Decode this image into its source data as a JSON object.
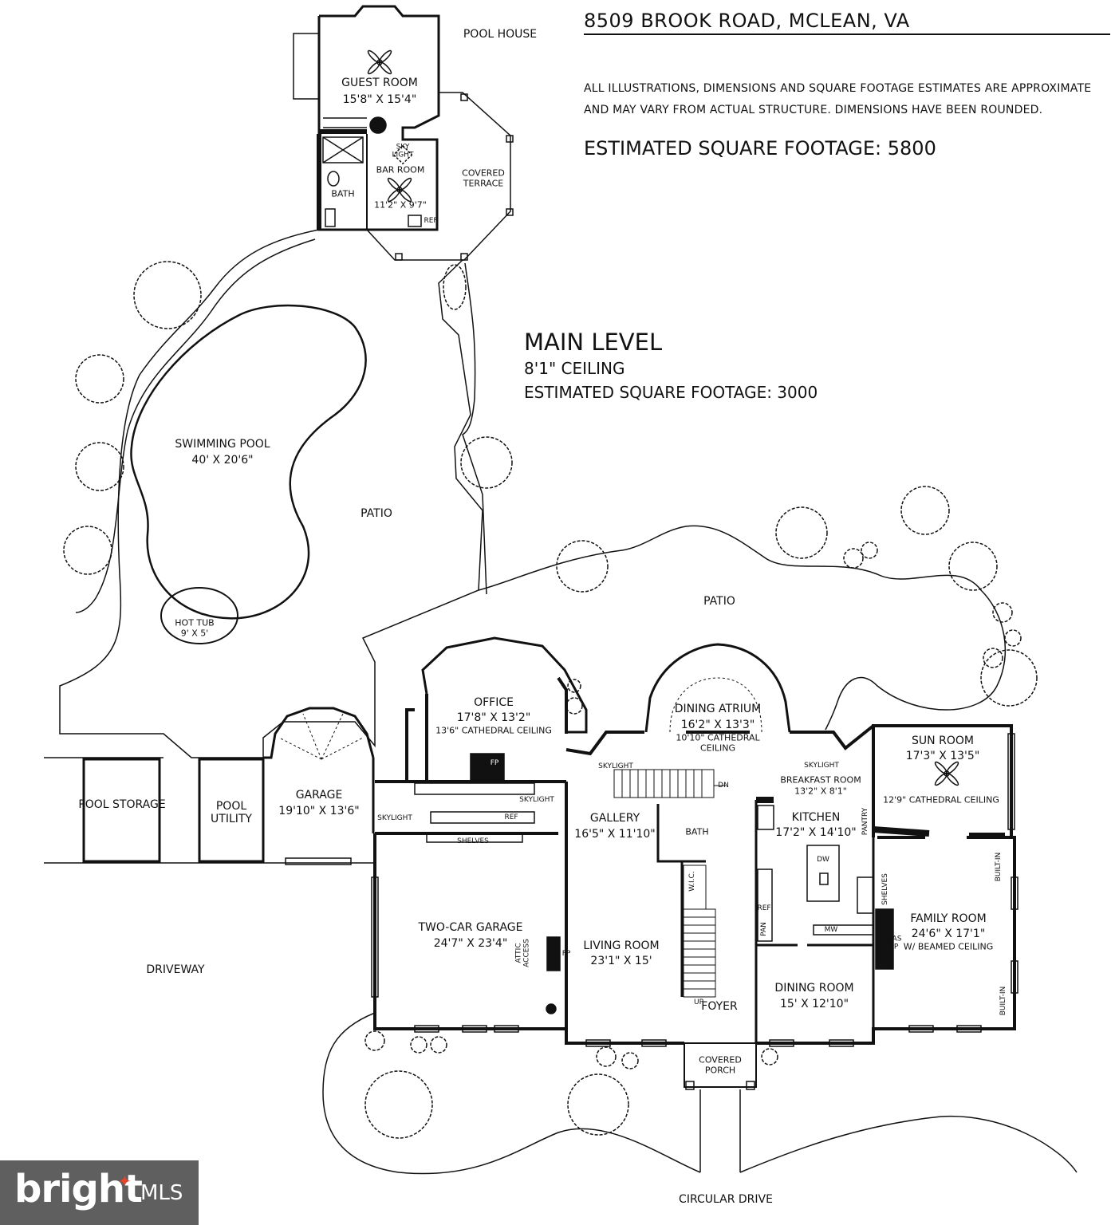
{
  "header": {
    "address": "8509 BROOK ROAD, MCLEAN, VA",
    "disclaimer_line1": "ALL ILLUSTRATIONS, DIMENSIONS AND SQUARE FOOTAGE ESTIMATES ARE APPROXIMATE",
    "disclaimer_line2": "AND MAY VARY FROM ACTUAL STRUCTURE. DIMENSIONS HAVE BEEN ROUNDED.",
    "total_sqft": "ESTIMATED SQUARE FOOTAGE:  5800"
  },
  "level": {
    "name": "MAIN LEVEL",
    "ceiling": "8'1\" CEILING",
    "sqft": "ESTIMATED SQUARE FOOTAGE: 3000"
  },
  "rooms": {
    "pool_house": "POOL HOUSE",
    "guest_room": "GUEST ROOM",
    "guest_room_dim": "15'8\" X 15'4\"",
    "bar_room": "BAR ROOM",
    "bar_room_dim": "11'2\" X 9'7\"",
    "sky_light": "SKY LIGHT",
    "bath_pool": "BATH",
    "ref_pool": "REF",
    "covered_terrace": "COVERED TERRACE",
    "swimming_pool": "SWIMMING POOL",
    "swimming_pool_dim": "40' X 20'6\"",
    "hot_tub": "HOT TUB",
    "hot_tub_dim": "9' X 5'",
    "patio_1": "PATIO",
    "patio_2": "PATIO",
    "office": "OFFICE",
    "office_dim": "17'8\" X 13'2\"",
    "office_ceiling": "13'6\" CATHEDRAL CEILING",
    "fp_office": "FP",
    "dining_atrium": "DINING ATRIUM",
    "dining_atrium_dim": "16'2\" X 13'3\"",
    "dining_atrium_ceiling": "10'10\" CATHEDRAL CEILING",
    "skylight_1": "SKYLIGHT",
    "skylight_2": "SKYLIGHT",
    "skylight_3": "SKYLIGHT",
    "skylight_4": "SKYLIGHT",
    "dn": "DN",
    "breakfast_room": "BREAKFAST ROOM",
    "breakfast_room_dim": "13'2\" X 8'1\"",
    "sun_room": "SUN ROOM",
    "sun_room_dim": "17'3\" X 13'5\"",
    "sun_room_ceiling": "12'9\" CATHEDRAL CEILING",
    "pool_storage": "POOL STORAGE",
    "pool_utility": "POOL UTILITY",
    "garage": "GARAGE",
    "garage_dim": "19'10\" X 13'6\"",
    "shelves_1": "SHELVES",
    "shelves_2": "SHELVES",
    "ref_mud": "REF",
    "gallery": "GALLERY",
    "gallery_dim": "16'5\" X 11'10\"",
    "bath_main": "BATH",
    "kitchen": "KITCHEN",
    "kitchen_dim": "17'2\" X 14'10\"",
    "pantry": "PANTRY",
    "dw": "DW",
    "ref_kitchen": "REF",
    "pan": "PAN",
    "mw": "MW",
    "wic": "W.I.C.",
    "up": "UP",
    "two_car_garage": "TWO-CAR GARAGE",
    "two_car_garage_dim": "24'7\" X 23'4\"",
    "attic_access": "ATTIC ACCESS",
    "fp_living": "FP",
    "living_room": "LIVING ROOM",
    "living_room_dim": "23'1\" X 15'",
    "family_room": "FAMILY ROOM",
    "family_room_dim": "24'6\" X 17'1\"",
    "family_room_ceiling": "W/ BEAMED CEILING",
    "gas_fp": "GAS FP",
    "built_in_1": "BUILT-IN",
    "built_in_2": "BUILT-IN",
    "dining_room": "DINING ROOM",
    "dining_room_dim": "15' X 12'10\"",
    "foyer": "FOYER",
    "covered_porch": "COVERED PORCH",
    "driveway": "DRIVEWAY",
    "circular_drive": "CIRCULAR DRIVE"
  },
  "watermark": {
    "brand": "bright",
    "suffix": "MLS"
  }
}
